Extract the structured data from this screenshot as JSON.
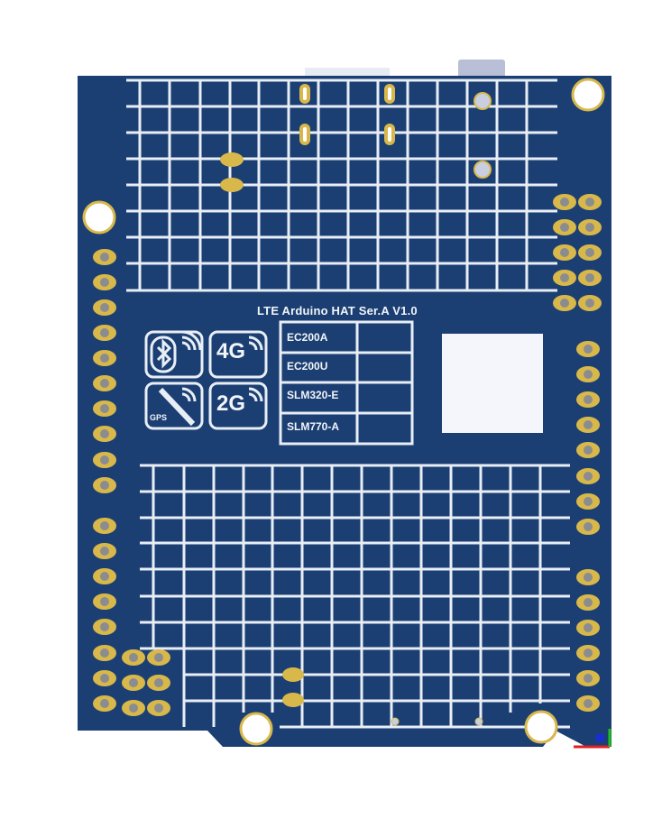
{
  "board": {
    "title": "LTE Arduino HAT Ser.A V1.0",
    "colors": {
      "pcb": "#1c3f73",
      "silkscreen": "#e8eef5",
      "pad_gold": "#d8b84a",
      "label_area": "#f4f6fb"
    },
    "module_table": [
      "EC200A",
      "EC200U",
      "SLM320-E",
      "SLM770-A"
    ],
    "icons": {
      "bluetooth": "bluetooth-signal-icon",
      "4g": "4G",
      "gps": "GPS",
      "2g": "2G"
    },
    "axes_indicator": {
      "x": "red",
      "y": "green",
      "z": "blue"
    }
  }
}
